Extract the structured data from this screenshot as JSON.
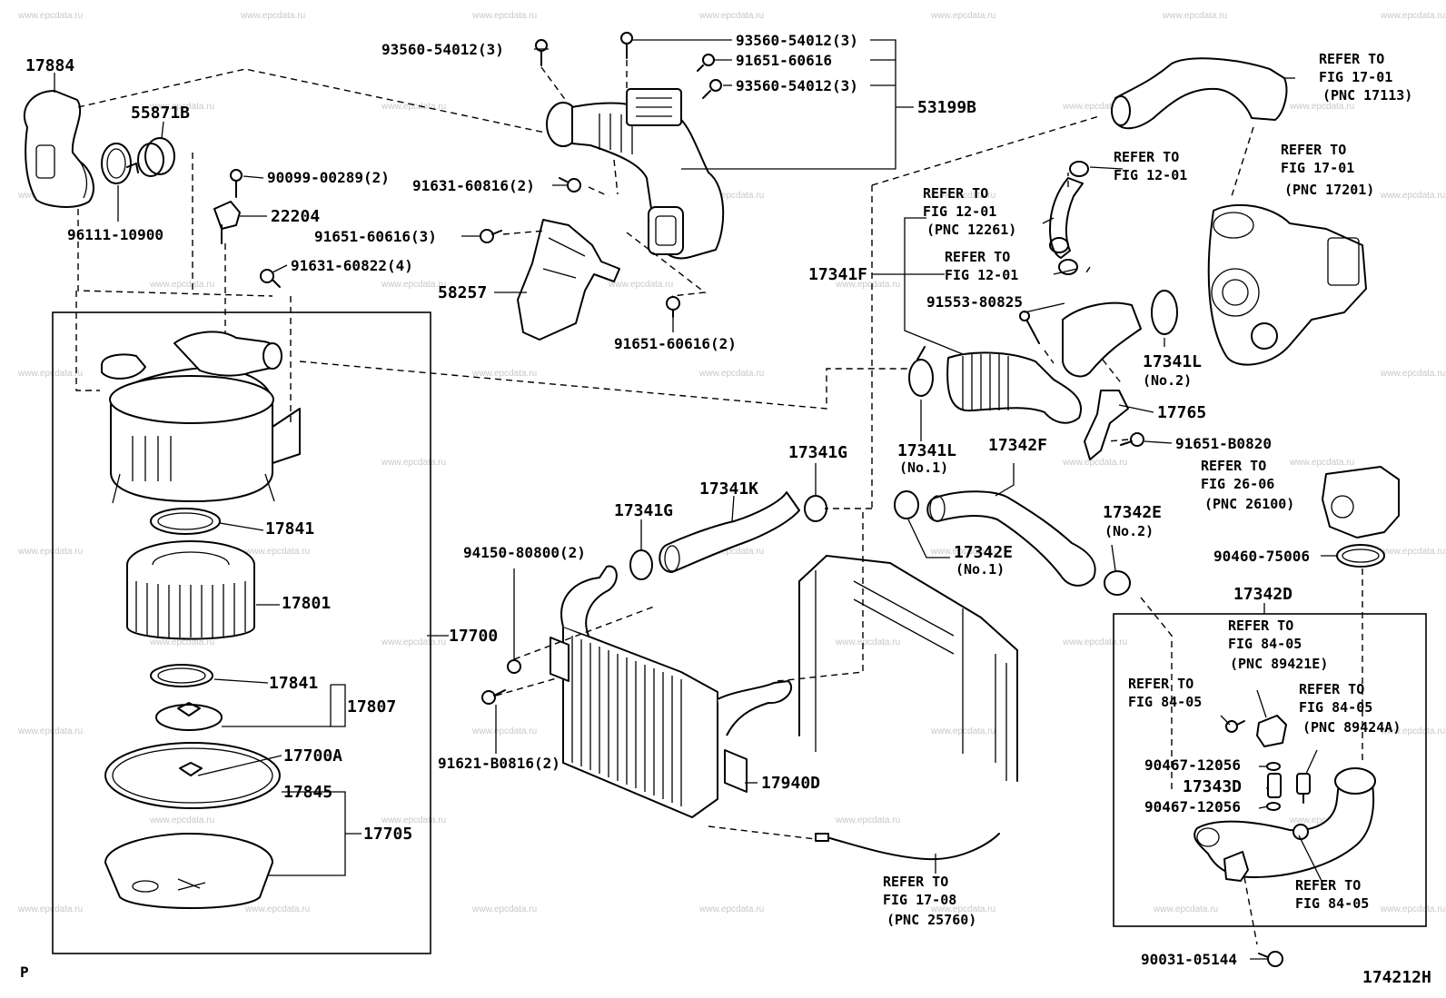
{
  "diagram": {
    "figure_id": "174212H",
    "corner_mark": "P",
    "watermark": "www.epcdata.ru",
    "part_numbers": {
      "p17884": "17884",
      "p55871B": "55871B",
      "p96111": "96111-10900",
      "p90099": "90099-00289(2)",
      "p22204": "22204",
      "p93560a": "93560-54012(3)",
      "p93560b": "93560-54012(3)",
      "p91651a": "91651-60616",
      "p93560c": "93560-54012(3)",
      "p53199B": "53199B",
      "p91631a": "91631-60816(2)",
      "p91651b": "91651-60616(3)",
      "p91631b": "91631-60822(4)",
      "p58257": "58257",
      "p91651c": "91651-60616(2)",
      "p17841a": "17841",
      "p17801": "17801",
      "p17700": "17700",
      "p17841b": "17841",
      "p17807": "17807",
      "p17700A": "17700A",
      "p17845": "17845",
      "p17705": "17705",
      "p17341F": "17341F",
      "p91553": "91553-80825",
      "p17341L2": "17341L",
      "p17341L2_note": "(No.2)",
      "p17765": "17765",
      "p91651B": "91651-B0820",
      "p17341L1": "17341L",
      "p17341L1_note": "(No.1)",
      "p17342F": "17342F",
      "p17341G1": "17341G",
      "p17341K": "17341K",
      "p17341G2": "17341G",
      "p94150": "94150-80800(2)",
      "p91621": "91621-B0816(2)",
      "p17940D": "17940D",
      "p17342E1": "17342E",
      "p17342E1_note": "(No.1)",
      "p17342E2": "17342E",
      "p17342E2_note": "(No.2)",
      "p90460": "90460-75006",
      "p17342D": "17342D",
      "p90467a": "90467-12056",
      "p17343D": "17343D",
      "p90467b": "90467-12056",
      "p90031": "90031-05144"
    },
    "references": {
      "r1": [
        "REFER TO",
        "FIG 17-01",
        "(PNC 17113)"
      ],
      "r2": [
        "REFER TO",
        "FIG 12-01"
      ],
      "r3": [
        "REFER TO",
        "FIG 17-01",
        "(PNC 17201)"
      ],
      "r4": [
        "REFER TO",
        "FIG 12-01",
        "(PNC 12261)"
      ],
      "r5": [
        "REFER TO",
        "FIG 12-01"
      ],
      "r6": [
        "REFER TO",
        "FIG 26-06",
        "(PNC 26100)"
      ],
      "r7": [
        "REFER TO",
        "FIG 84-05",
        "(PNC 89421E)"
      ],
      "r8": [
        "REFER TO",
        "FIG 84-05"
      ],
      "r9": [
        "REFER TO",
        "FIG 84-05",
        "(PNC 89424A)"
      ],
      "r10": [
        "REFER TO",
        "FIG 84-05"
      ],
      "r11": [
        "REFER TO",
        "FIG 17-08",
        "(PNC 25760)"
      ]
    }
  }
}
